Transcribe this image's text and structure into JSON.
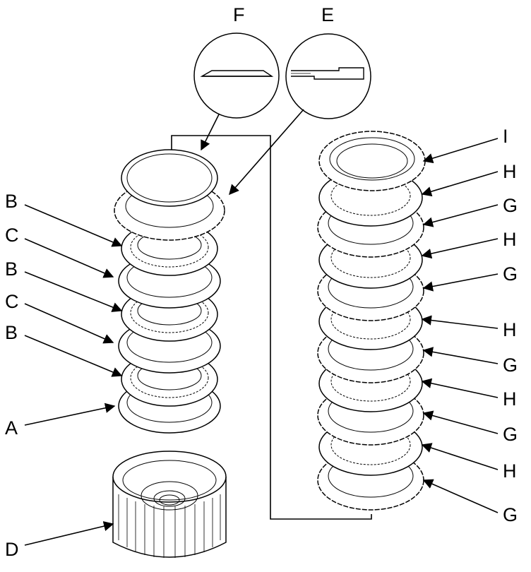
{
  "callouts": {
    "A": "A",
    "B": "B",
    "C": "C",
    "D": "D",
    "E": "E",
    "F": "F",
    "G": "G",
    "H": "H",
    "I": "I"
  }
}
